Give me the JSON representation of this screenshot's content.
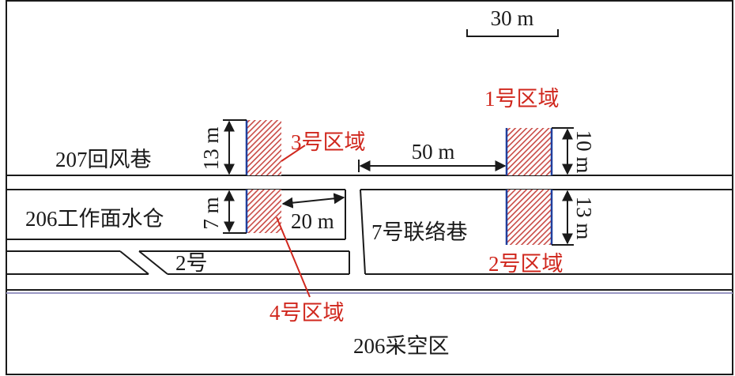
{
  "colors": {
    "ink": "#1a1a1a",
    "zone_label": "#d0271d",
    "hatch": "#c94a45",
    "zone_edge": "#1f3f9e",
    "separator": "#9a98c4"
  },
  "labels": {
    "scale": "30 m",
    "tunnel_207": "207回风巷",
    "sump_206": "206工作面水仓",
    "tunnel_2": "2号",
    "tunnel_7": "7号联络巷",
    "goaf_206": "206采空区"
  },
  "zones": {
    "z1": "1号区域",
    "z2": "2号区域",
    "z3": "3号区域",
    "z4": "4号区域"
  },
  "dims": {
    "d13_left": "13 m",
    "d7_left": "7 m",
    "d20": "20 m",
    "d50": "50 m",
    "d10_right": "10 m",
    "d13_right": "13 m"
  }
}
